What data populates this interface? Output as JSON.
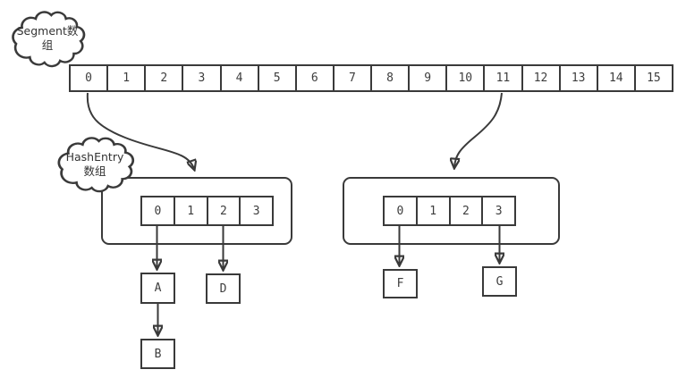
{
  "clouds": {
    "segment": {
      "line1": "Segment数",
      "line2": "组"
    },
    "hashentry": {
      "line1": "HashEntry",
      "line2": "数组"
    }
  },
  "segment_array": {
    "cells": [
      "0",
      "1",
      "2",
      "3",
      "4",
      "5",
      "6",
      "7",
      "8",
      "9",
      "10",
      "11",
      "12",
      "13",
      "14",
      "15"
    ]
  },
  "buckets": {
    "left": {
      "cells": [
        "0",
        "1",
        "2",
        "3"
      ]
    },
    "right": {
      "cells": [
        "0",
        "1",
        "2",
        "3"
      ]
    }
  },
  "nodes": {
    "a": "A",
    "b": "B",
    "d": "D",
    "f": "F",
    "g": "G"
  },
  "colors": {
    "stroke": "#3a3a3a",
    "background": "#ffffff"
  }
}
